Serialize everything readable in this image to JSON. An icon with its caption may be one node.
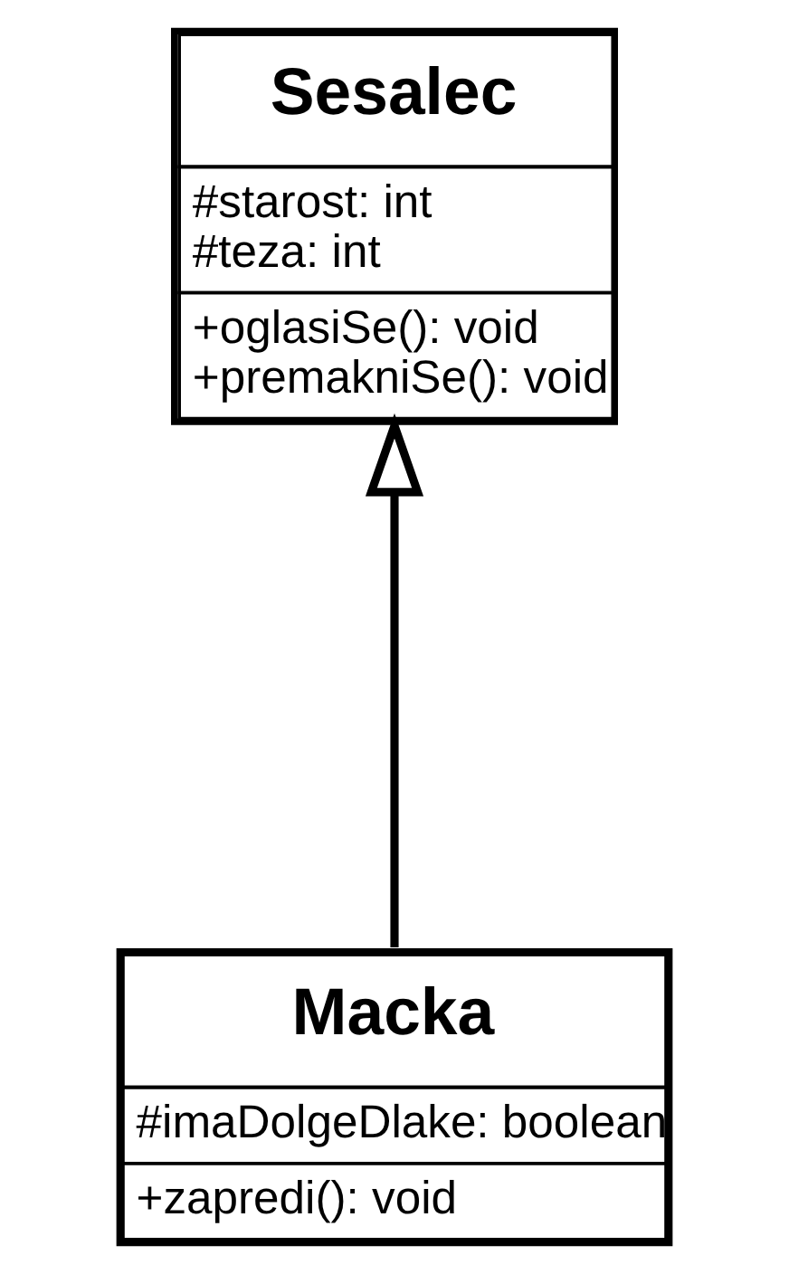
{
  "diagram": {
    "nodes": [
      {
        "text": [
          "Sesalec",
          "#starost: int",
          "#teza: int",
          "+oglasiSe(): void",
          "+premakniSe(): void"
        ]
      },
      {
        "text": [
          "Macka",
          "#imaDolgeDlake: boolean",
          "+zapredi(): void"
        ]
      }
    ],
    "edges": [
      {
        "from": 1,
        "to": 0,
        "arrow": "to"
      }
    ]
  }
}
